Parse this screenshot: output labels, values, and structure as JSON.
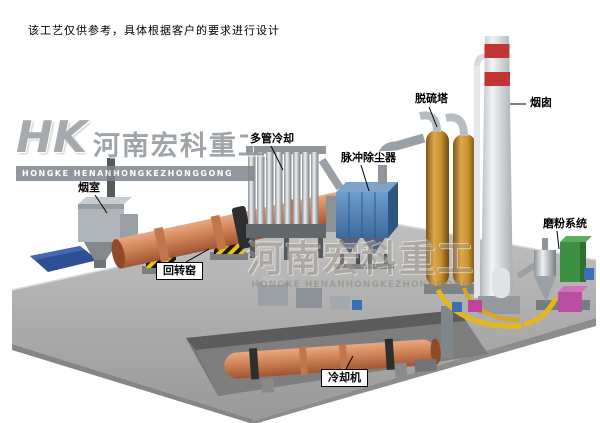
{
  "disclaimer": "该工艺仅供参考，具体根据客户的要求进行设计",
  "brand": {
    "logo": "HK",
    "name_cn": "河南宏科重工",
    "name_en": "HONGKE HENANHONGKEZHONGGONG"
  },
  "watermark": {
    "name_cn": "河南宏科重工",
    "name_en": "HONGKE HENANHONGKEZHONGGONG"
  },
  "equipment_labels": {
    "smoke_chamber": "烟室",
    "rotary_kiln": "回转窑",
    "multi_tube_cooler": "多管冷却",
    "pulse_dust_collector": "脉冲除尘器",
    "desulfurization_tower": "脱硫塔",
    "chimney": "烟囱",
    "grinding_system": "磨粉系统",
    "cooler": "冷却机"
  },
  "colors": {
    "kiln_body": "#d08257",
    "dust_collector_blue": "#4d7fb3",
    "tower_tan": "#c8912f",
    "chimney_band_red": "#c23434",
    "platform_gray": "#a8a8a8",
    "hazard_yellow": "#e6c417",
    "grinding_green": "#3d8f41",
    "pipe_yellow": "#e3b81f",
    "magenta_unit": "#b84fa3",
    "pad_blue": "#2e4f94"
  }
}
